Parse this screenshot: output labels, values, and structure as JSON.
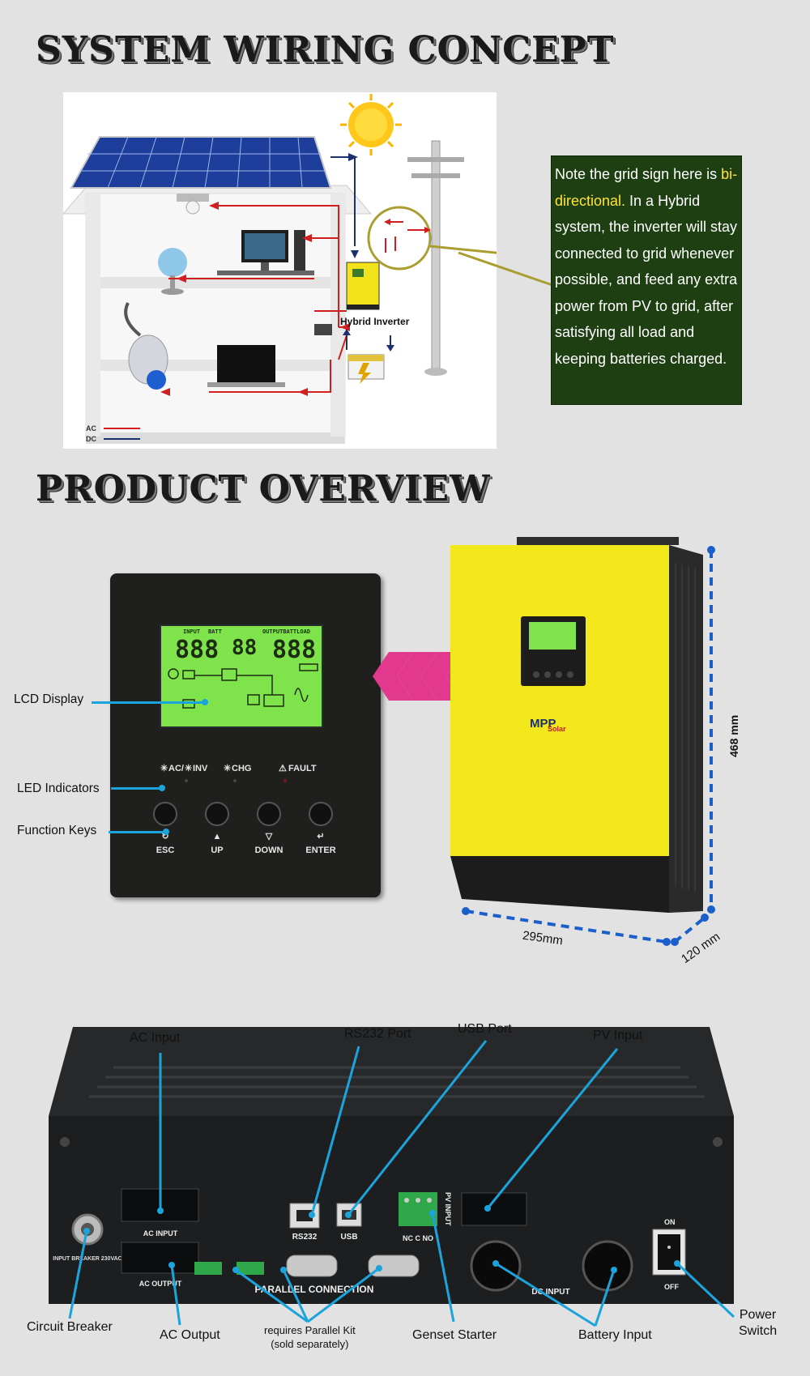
{
  "titles": {
    "wiring": "SYSTEM WIRING CONCEPT",
    "overview": "PRODUCT OVERVIEW"
  },
  "wiring": {
    "inverter_label": "Hybrid Inverter",
    "legend_ac": "AC",
    "legend_dc": "DC",
    "ac_color": "#d11e1e",
    "dc_color": "#1c2f6e"
  },
  "note": {
    "part1": "Note the grid sign here is ",
    "highlight": "bi-directional.",
    "part2": "  In a Hybrid system, the inverter will stay connected to grid whenever possible, and feed any extra power from PV to grid, after satisfying all load and keeping batteries charged."
  },
  "panel": {
    "lcd_input": "INPUT",
    "lcd_batt": "BATT",
    "lcd_output": "OUTPUTBATTLOAD",
    "led_ac": "AC/",
    "led_inv": "INV",
    "led_chg": "CHG",
    "led_fault": "FAULT",
    "key_esc": "ESC",
    "key_up": "UP",
    "key_down": "DOWN",
    "key_enter": "ENTER"
  },
  "callouts": {
    "lcd": "LCD Display",
    "led": "LED Indicators",
    "keys": "Function Keys"
  },
  "unit": {
    "brand": "MPP",
    "brand_sub": "Solar",
    "height": "468 mm",
    "width": "295mm",
    "depth": "120 mm",
    "body_color": "#f3e81c"
  },
  "rear": {
    "ac_input_port": "AC  INPUT",
    "ac_output_port": "AC  OUTPUT",
    "rs232_port": "RS232",
    "usb_port": "USB",
    "nc_c_no": "NC  C  NO",
    "pv_input_port": "PV INPUT",
    "dc_input": "DC  INPUT",
    "parallel": "PARALLEL CONNECTION",
    "breaker_text": "INPUT BREAKER 230VAC",
    "on": "ON",
    "off": "OFF"
  },
  "rear_labels": {
    "ac_input": "AC Input",
    "rs232": "RS232 Port",
    "usb": "USB Port",
    "pv_input": "PV Input",
    "circuit_breaker": "Circuit Breaker",
    "ac_output": "AC Output",
    "parallel_kit": "requires Parallel Kit",
    "parallel_kit_2": "(sold separately)",
    "genset": "Genset Starter",
    "battery": "Battery Input",
    "power": "Power",
    "power_2": "Switch"
  }
}
